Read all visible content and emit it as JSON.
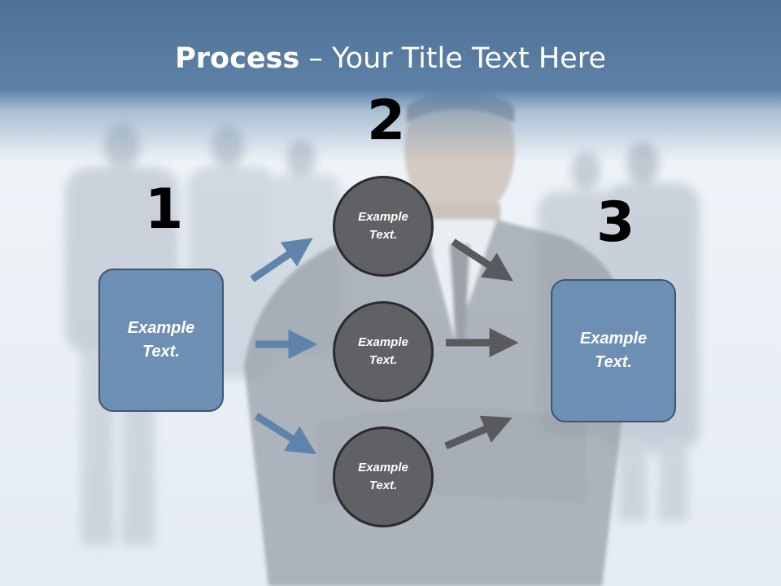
{
  "title": {
    "bold": "Process",
    "rest": " – Your Title Text Here"
  },
  "steps": [
    {
      "number": "1"
    },
    {
      "number": "2"
    },
    {
      "number": "3"
    }
  ],
  "left_box": {
    "text": "Example\nText."
  },
  "right_box": {
    "text": "Example\nText."
  },
  "circles": [
    {
      "text": "Example\nText."
    },
    {
      "text": "Example\nText."
    },
    {
      "text": "Example\nText."
    }
  ],
  "colors": {
    "box": "#6d8fb3",
    "circle": "#5f6165",
    "blue_arrow": "#5f84ab",
    "dark_arrow": "#595a5e",
    "header": "#5d81a7"
  },
  "background": {
    "description_icon": "business-people-photo"
  }
}
